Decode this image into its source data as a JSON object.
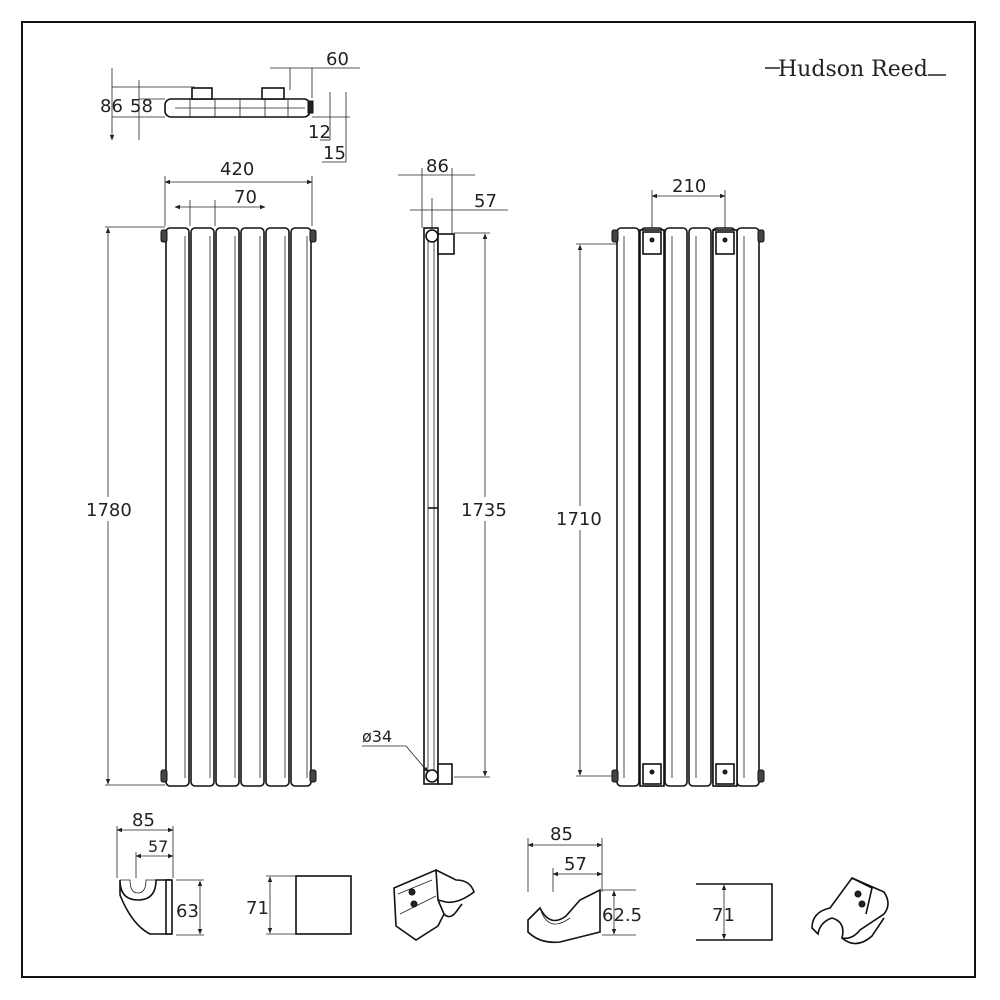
{
  "brand": "Hudson Reed",
  "plan_view": {
    "pitch": "60",
    "depth_total": "86",
    "depth_panel": "58",
    "valve_a": "12",
    "valve_b": "15"
  },
  "front_view": {
    "width": "420",
    "panel_pitch": "70",
    "height": "1780"
  },
  "side_view": {
    "depth_total": "86",
    "depth_panel": "57",
    "height": "1735",
    "pipe": "ø34"
  },
  "rear_view": {
    "bracket_spacing": "210",
    "height": "1710"
  },
  "bracket_left": {
    "depth_total": "85",
    "depth_inner": "57",
    "height": "63",
    "plate_height": "71"
  },
  "bracket_right": {
    "depth_total": "85",
    "depth_inner": "57",
    "height": "62.5",
    "plate_height": "71"
  }
}
